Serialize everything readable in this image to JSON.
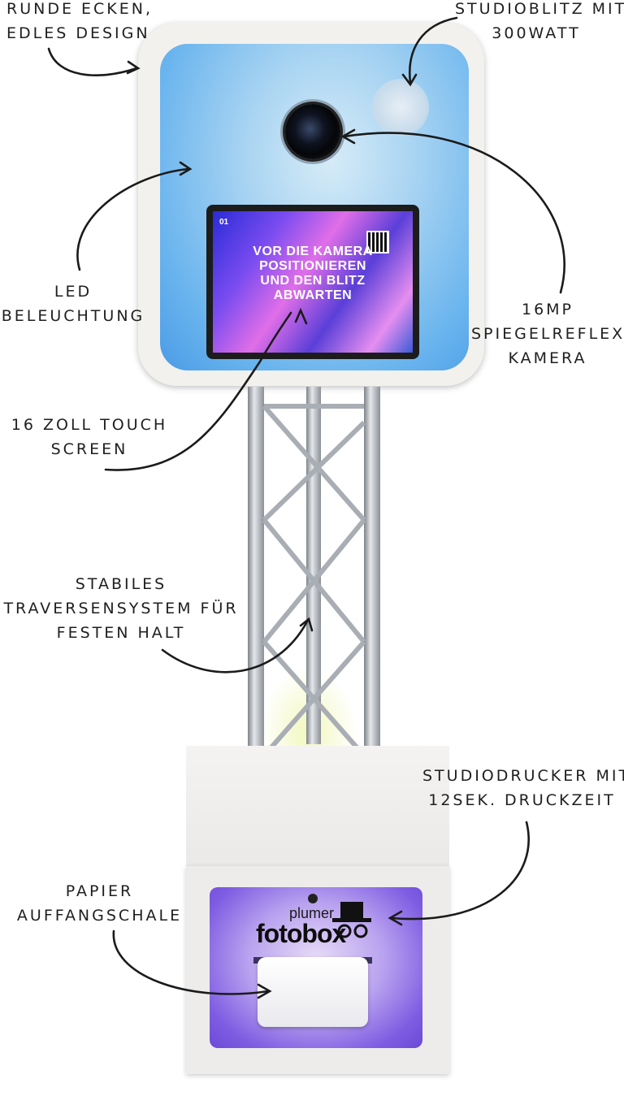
{
  "labels": {
    "corners": [
      "Runde Ecken,",
      "edles Design"
    ],
    "flash": [
      "Studioblitz mit",
      "300Watt"
    ],
    "led": [
      "LED",
      "Beleuchtung"
    ],
    "camera": [
      "16MP",
      "Spiegelreflex",
      "Kamera"
    ],
    "screen": [
      "16 Zoll Touch",
      "Screen"
    ],
    "truss": [
      "stabiles",
      "Traversensystem für",
      "festen Halt"
    ],
    "printer": [
      "Studiodrucker mit",
      "12Sek. Druckzeit"
    ],
    "tray": [
      "Papier",
      "Auffangschale"
    ]
  },
  "booth": {
    "screen_text": [
      "Vor die Kamera",
      "positionieren",
      "und den Blitz",
      "abwarten"
    ],
    "screen_badge": "01",
    "brand_small": "plumer",
    "brand_big": "fotobox"
  },
  "colors": {
    "ink": "#1f1f1f",
    "head_led": "#6fb6ee",
    "base_led": "#8a6ae4",
    "truss": "#b7bcc2"
  }
}
